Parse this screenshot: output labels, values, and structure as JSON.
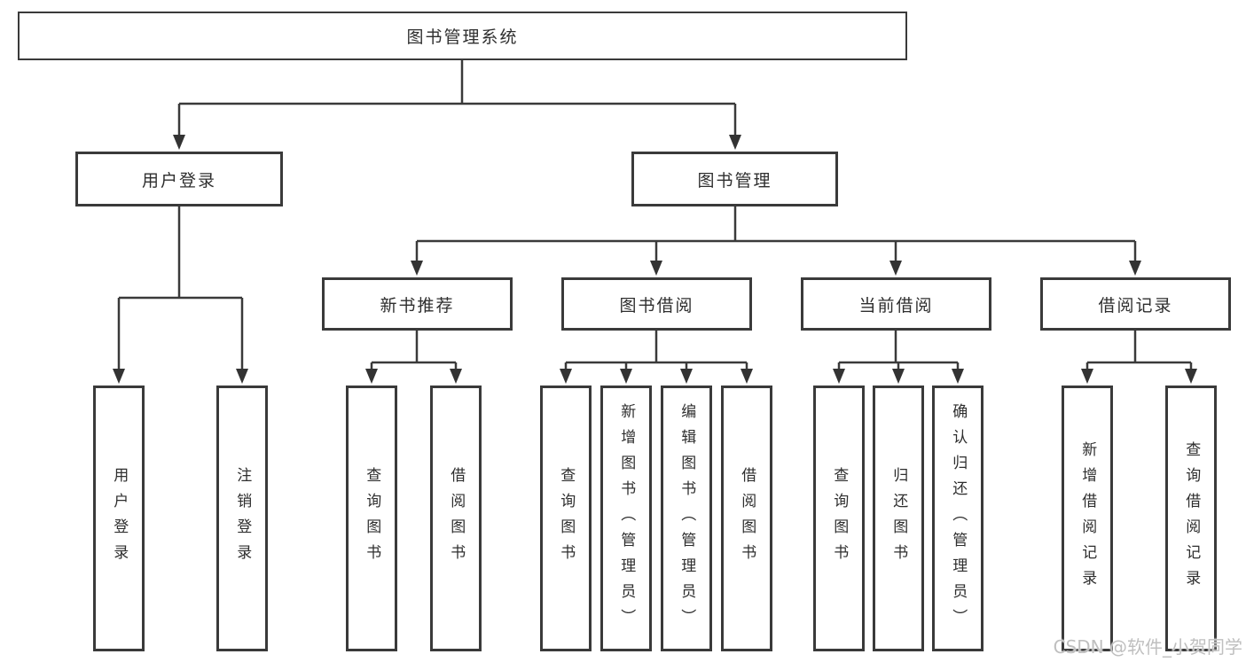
{
  "diagram": {
    "root": {
      "label": "图书管理系统"
    },
    "level2": [
      {
        "label": "用户登录"
      },
      {
        "label": "图书管理"
      }
    ],
    "level3": [
      {
        "label": "新书推荐"
      },
      {
        "label": "图书借阅"
      },
      {
        "label": "当前借阅"
      },
      {
        "label": "借阅记录"
      }
    ],
    "leaves": [
      {
        "label": "用户登录"
      },
      {
        "label": "注销登录"
      },
      {
        "label": "查询图书"
      },
      {
        "label": "借阅图书"
      },
      {
        "label": "查询图书"
      },
      {
        "label": "新增图书（管理员）"
      },
      {
        "label": "编辑图书（管理员）"
      },
      {
        "label": "借阅图书"
      },
      {
        "label": "查询图书"
      },
      {
        "label": "归还图书"
      },
      {
        "label": "确认归还（管理员）"
      },
      {
        "label": "新增借阅记录"
      },
      {
        "label": "查询借阅记录"
      }
    ],
    "colors": {
      "line": "#3a3a3a",
      "arrow": "#333333",
      "box_background": "#ffffff",
      "text": "#2e2e2e",
      "watermark": "#bfbfbf"
    },
    "watermark": "CSDN @软件_小贺同学"
  }
}
